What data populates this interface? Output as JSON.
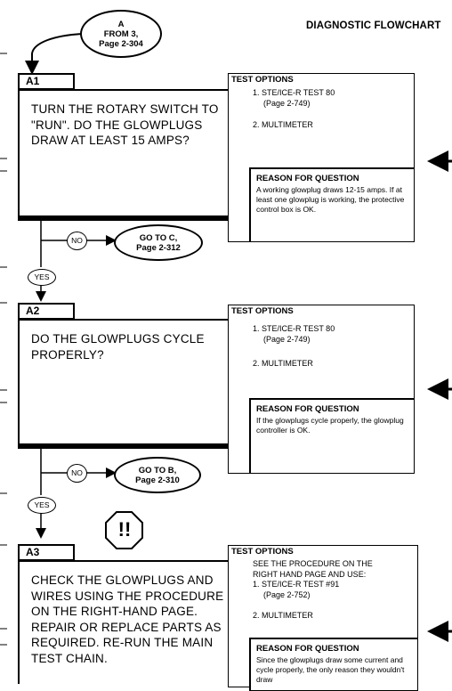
{
  "title": "DIAGNOSTIC FLOWCHART",
  "entry": {
    "label": "A",
    "line1": "FROM 3,",
    "line2": "Page 2-304"
  },
  "steps": [
    {
      "id": "A1",
      "question": "TURN THE ROTARY SWITCH TO \"RUN\".  DO THE GLOWPLUGS DRAW AT LEAST 15 AMPS?",
      "test_options_title": "TEST OPTIONS",
      "test_options": [
        "1. STE/ICE-R TEST 80",
        "(Page 2-749)",
        "2. MULTIMETER"
      ],
      "reason_title": "REASON FOR QUESTION",
      "reason": "A working glowplug draws 12-15 amps.  If at least one glowplug is working, the protective control box is OK.",
      "no_label": "NO",
      "no_goto_line1": "GO TO C,",
      "no_goto_line2": "Page 2-312",
      "yes_label": "YES"
    },
    {
      "id": "A2",
      "question": "DO THE GLOWPLUGS CYCLE PROPERLY?",
      "test_options_title": "TEST OPTIONS",
      "test_options": [
        "1. STE/ICE-R TEST 80",
        "(Page 2-749)",
        "2. MULTIMETER"
      ],
      "reason_title": "REASON FOR QUESTION",
      "reason": "If the glowplugs cycle properly, the glowplug controller is OK.",
      "no_label": "NO",
      "no_goto_line1": "GO TO B,",
      "no_goto_line2": "Page 2-310",
      "yes_label": "YES"
    },
    {
      "id": "A3",
      "question": "CHECK THE GLOWPLUGS AND WIRES USING THE PROCEDURE ON THE RIGHT-HAND PAGE. REPAIR OR REPLACE PARTS AS REQUIRED.  RE-RUN THE MAIN TEST CHAIN.",
      "test_options_title": "TEST OPTIONS",
      "test_options": [
        "SEE THE PROCEDURE ON THE",
        "RIGHT HAND PAGE AND USE:",
        "1. STE/ICE-R TEST #91",
        "(Page 2-752)",
        "2. MULTIMETER"
      ],
      "reason_title": "REASON FOR QUESTION",
      "reason": "Since the glowplugs draw some current and cycle properly, the only reason they wouldn't draw"
    }
  ],
  "caution_symbol": "!!"
}
